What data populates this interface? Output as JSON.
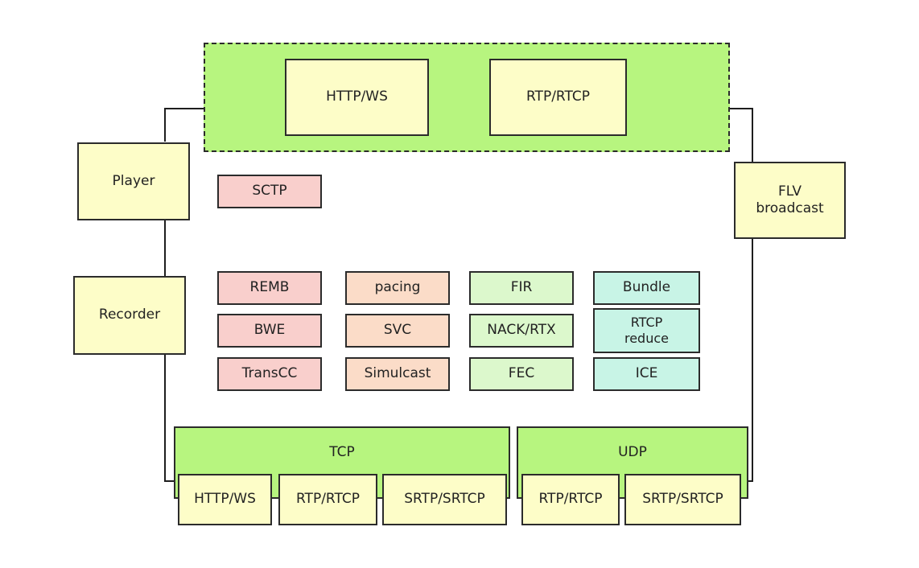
{
  "app_layer": {
    "http_ws": "HTTP/WS",
    "rtp_rtcp": "RTP/RTCP"
  },
  "side": {
    "player": "Player",
    "recorder": "Recorder",
    "flv_broadcast": "FLV\nbroadcast"
  },
  "sctp": "SCTP",
  "features": {
    "col1": [
      "REMB",
      "BWE",
      "TransCC"
    ],
    "col2": [
      "pacing",
      "SVC",
      "Simulcast"
    ],
    "col3": [
      "FIR",
      "NACK/RTX",
      "FEC"
    ],
    "col4": [
      "Bundle",
      "RTCP\nreduce",
      "ICE"
    ]
  },
  "transport": {
    "tcp": {
      "label": "TCP",
      "items": [
        "HTTP/WS",
        "RTP/RTCP",
        "SRTP/SRTCP"
      ]
    },
    "udp": {
      "label": "UDP",
      "items": [
        "RTP/RTCP",
        "SRTP/SRTCP"
      ]
    }
  },
  "colors": {
    "green": "#b7f57f",
    "yellow": "#fdfdc8",
    "pink": "#f9cfcc",
    "peach": "#fbdcc8",
    "light_green": "#dcf8cc",
    "teal": "#c8f4e6"
  }
}
